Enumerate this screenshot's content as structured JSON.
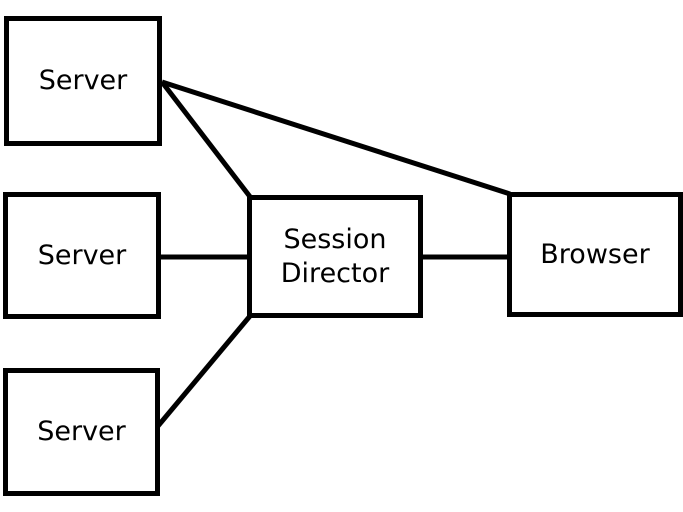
{
  "diagram": {
    "background_color": "#ffffff",
    "stroke_color": "#000000",
    "text_color": "#000000",
    "nodes": [
      {
        "id": "server-1",
        "label": "Server"
      },
      {
        "id": "server-2",
        "label": "Server"
      },
      {
        "id": "server-3",
        "label": "Server"
      },
      {
        "id": "session-director",
        "label": "Session Director"
      },
      {
        "id": "browser",
        "label": "Browser"
      }
    ],
    "edges": [
      {
        "from": "server-1",
        "to": "browser"
      },
      {
        "from": "server-1",
        "to": "session-director"
      },
      {
        "from": "server-2",
        "to": "session-director"
      },
      {
        "from": "session-director",
        "to": "browser"
      },
      {
        "from": "server-3",
        "to": "session-director"
      }
    ]
  }
}
